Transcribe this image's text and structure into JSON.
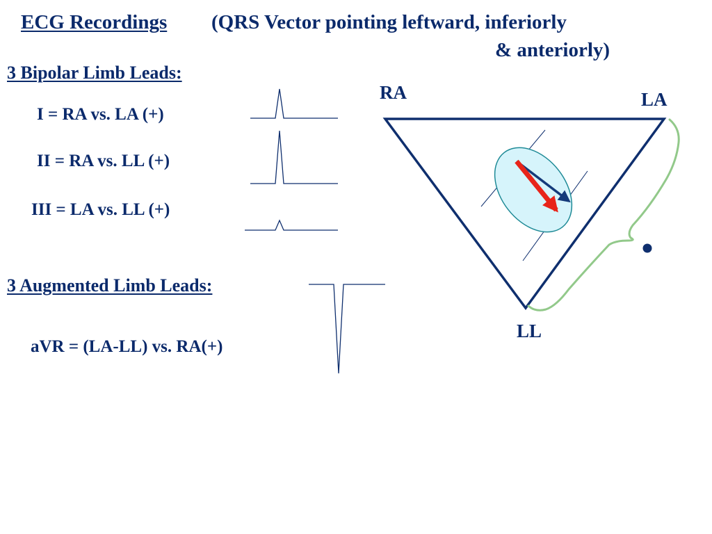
{
  "title": {
    "heading": "ECG  Recordings",
    "subtitle_line1": "(QRS Vector pointing leftward, inferiorly",
    "subtitle_line2": "& anteriorly)"
  },
  "bipolar": {
    "heading": "3 Bipolar Limb Leads:",
    "leads": [
      {
        "equation": "I = RA vs. LA (+)"
      },
      {
        "equation": "II = RA vs. LL (+)"
      },
      {
        "equation": "III = LA vs. LL (+)"
      }
    ]
  },
  "augmented": {
    "heading": "3 Augmented Limb Leads:",
    "leads": [
      {
        "equation": "aVR = (LA-LL) vs. RA(+)"
      }
    ]
  },
  "triangle": {
    "labels": {
      "ra": "RA",
      "la": "LA",
      "ll": "LL"
    }
  },
  "colors": {
    "text": "#0b2a6b",
    "triangle": "#0f2f6e",
    "ellipse_fill": "#d6f4fb",
    "ellipse_stroke": "#1e8a96",
    "qrs_vector": "#e8241a",
    "lead_vector": "#143a7a",
    "brace": "#92c98a"
  }
}
